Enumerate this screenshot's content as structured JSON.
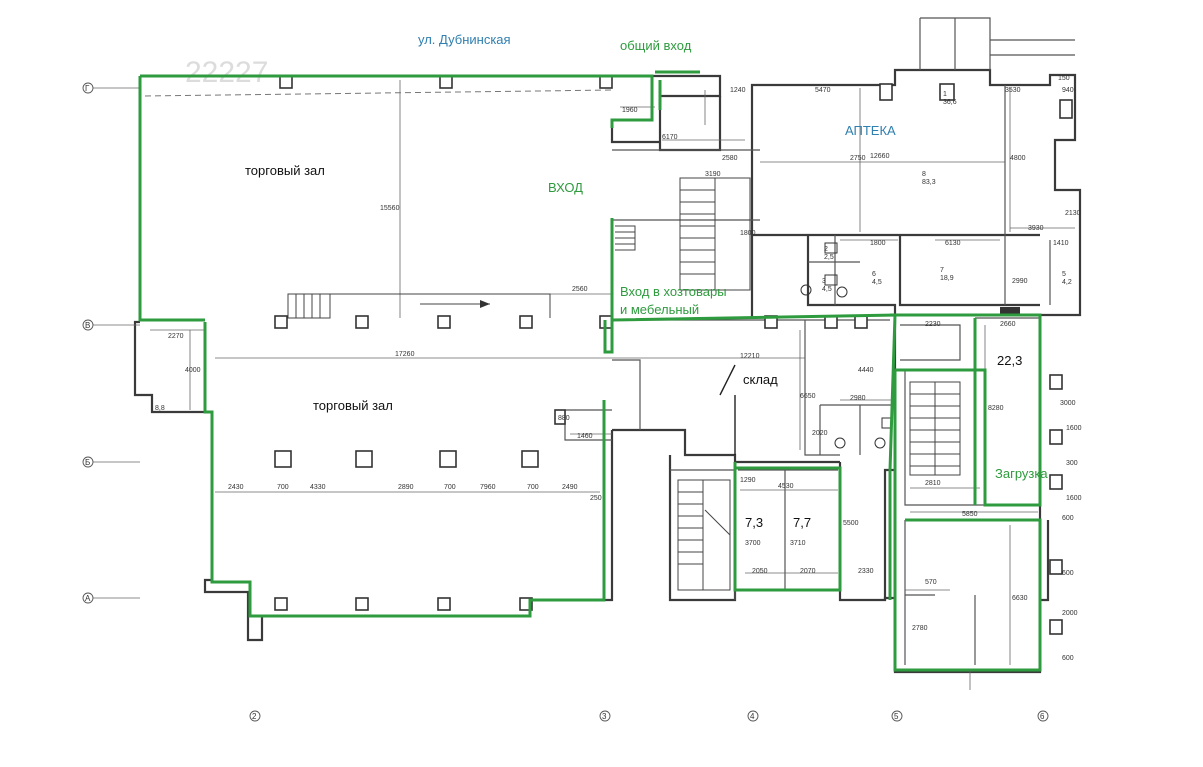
{
  "street_label": "ул. Дубнинская",
  "watermark": "22227",
  "labels": {
    "common_entrance": "общий вход",
    "entrance": "ВХОД",
    "household_entrance_line1": "Вход в хозтовары",
    "household_entrance_line2": "и мебельный",
    "loading": "Загрузка",
    "pharmacy": "АПТЕКА",
    "trading_hall_upper": "торговый зал",
    "trading_hall_lower": "торговый зал",
    "warehouse": "склад"
  },
  "areas": {
    "room_22_3": "22,3",
    "room_7_3": "7,3",
    "room_7_7": "7,7"
  },
  "dimensions": {
    "d1960": "1960",
    "d1240": "1240",
    "d5470": "5470",
    "d3530": "3530",
    "d150": "150",
    "d940": "940",
    "d6170": "6170",
    "d2580": "2580",
    "d3190": "3190",
    "d12660": "12660",
    "d15560": "15560",
    "d2750": "2750",
    "d4800": "4800",
    "d2130": "2130",
    "d3930": "3930",
    "d1800": "1800",
    "d6130": "6130",
    "d1410": "1410",
    "d1800v": "1800",
    "d2560": "2560",
    "d2990": "2990",
    "d2270": "2270",
    "d17260": "17260",
    "d12210": "12210",
    "d4440": "4440",
    "d6650": "6650",
    "d4000": "4000",
    "d2980": "2980",
    "d2230": "2230",
    "d2660": "2660",
    "d2810": "2810",
    "d8280": "8280",
    "d1460": "1460",
    "d880": "880",
    "d2430": "2430",
    "d700a": "700",
    "d4330": "4330",
    "d2890": "2890",
    "d700b": "700",
    "d7960": "7960",
    "d700c": "700",
    "d2490": "2490",
    "d250": "250",
    "d4530": "4530",
    "d1290": "1290",
    "d3700a": "3700",
    "d3710": "3710",
    "d5500": "5500",
    "d2050": "2050",
    "d2070": "2070",
    "d2330": "2330",
    "d5850": "5850",
    "d570": "570",
    "d2780": "2780",
    "d6630": "6630",
    "d2020": "2020",
    "d3000a": "3000",
    "d1600a": "1600",
    "d300": "300",
    "d1600b": "1600",
    "d600a": "600",
    "d600b": "600",
    "d2000": "2000",
    "d600c": "600",
    "d8_8": "8,8"
  },
  "room_numbers": {
    "r1": "1\n36,6",
    "r2": "8\n83,3",
    "r3": "7\n18,9",
    "r4": "5\n4,2",
    "r5": "6\n4,5",
    "r6": "2\n2,5",
    "r7": "3\n4,5"
  },
  "axes": {
    "row_G": "Г",
    "row_V": "В",
    "row_B": "Б",
    "row_A": "А",
    "col_2": "2",
    "col_3": "3",
    "col_4": "4",
    "col_5": "5",
    "col_6": "6"
  }
}
